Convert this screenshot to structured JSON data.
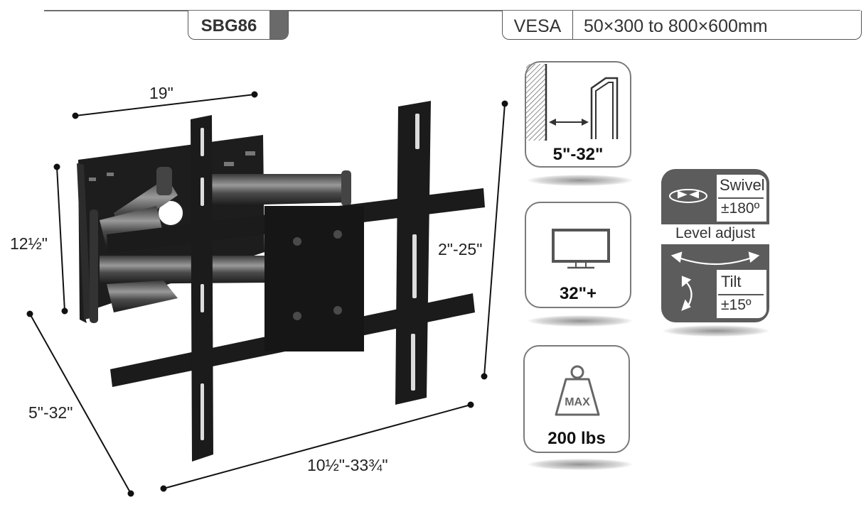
{
  "header": {
    "model": "SBG86",
    "vesa_label": "VESA",
    "vesa_value": "50×300 to 800×600mm"
  },
  "dimensions": {
    "width_top": "19\"",
    "height_left": "12½\"",
    "depth_left": "5\"-32\"",
    "width_bottom": "10½\"-33¾\"",
    "height_right": "2\"-25\""
  },
  "features": {
    "extension": "5\"-32\"",
    "screen_size": "32\"+",
    "max_load": "200 lbs",
    "max_label": "MAX"
  },
  "adjust": {
    "swivel_label": "Swivel",
    "swivel_value": "±180º",
    "level_label": "Level adjust",
    "tilt_label": "Tilt",
    "tilt_value": "±15º"
  },
  "colors": {
    "dark_gray": "#5c5c5c",
    "border_gray": "#7a7a7a",
    "mount_black": "#1b1b1b"
  }
}
